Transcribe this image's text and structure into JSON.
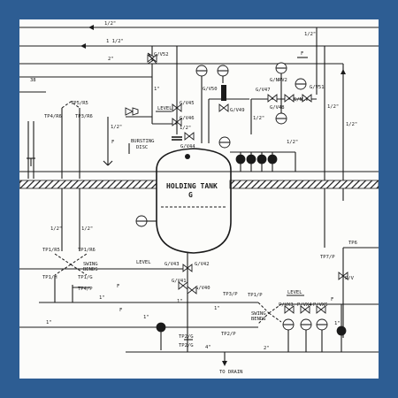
{
  "diagram": {
    "tank_title": "HOLDING TANK",
    "tank_id": "G",
    "drain": "TO DRAIN",
    "bursting_disc_1": "BURSTING",
    "bursting_disc_2": "DISC",
    "level_label": "LEVEL",
    "swing_bends_1": "SWING",
    "swing_bends_2": "BENDS",
    "pipe_sizes": {
      "half": "1/2\"",
      "one_half": "1 1/2\"",
      "two": "2\"",
      "one": "1\"",
      "four": "4\""
    },
    "flow_mark": "F",
    "valves": {
      "gv52": "G/V52",
      "gv45": "G/V45",
      "gv46": "G/V46",
      "gv50": "G/V50",
      "gv49": "G/V49",
      "gv44": "G/V44",
      "gv47": "G/V47",
      "gnrv2": "G/NRV2",
      "gv51": "G/V51",
      "gv48": "G/V48",
      "gnrv3": "G/NRV3",
      "gv43": "G/V43",
      "gv42": "G/V42",
      "gv41": "G/V41",
      "gv40": "G/V40",
      "pv": "P/V",
      "pvx3": "P/VX3",
      "pvx4": "P/VX4",
      "pvx5": "P/VX5"
    },
    "tap_points": {
      "tp5r5": "TP5/R5",
      "tp4r6": "TP4/R6",
      "tp3r6": "TP3/R6",
      "tp1r5": "TP1/R5",
      "tp1r6": "TP1/R6",
      "tp1h": "TP1/H",
      "tp1g": "TP1/G",
      "tp4p": "TP4/P",
      "tp3p": "TP3/P",
      "tp2p": "TP2/P",
      "tp2g1": "TP2/G",
      "tp2g2": "TP2/G",
      "tp7p": "TP7/P",
      "tp6": "TP6",
      "tp1p": "TP1/P",
      "r38": "38"
    }
  },
  "colors": {
    "frame": "#2d5d93",
    "paper": "#fcfcfa",
    "ink": "#1a1a1a"
  }
}
